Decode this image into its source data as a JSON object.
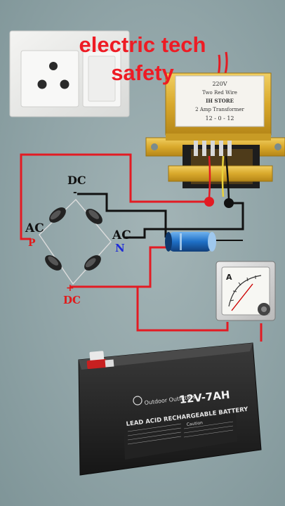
{
  "overlay": {
    "title_line1": "electric tech",
    "title_line2": "safety"
  },
  "transformer": {
    "label_lines": [
      "220V",
      "Two Red Wire",
      "IH STORE",
      "2 Amp Transformer",
      "12 - 0 - 12"
    ]
  },
  "bridge": {
    "dc_top": "DC",
    "dc_top_sign": "-",
    "ac_left": "AC",
    "ac_left_sub": "P",
    "ac_right": "AC",
    "ac_right_sub": "N",
    "dc_bottom": "DC",
    "dc_bottom_sign": "+"
  },
  "meter": {
    "symbol": "A"
  },
  "battery": {
    "brand": "Outdoor Outfitters",
    "rating": "12V-7AH",
    "type_line": "LEAD ACID RECHARGEABLE BATTERY",
    "caution_title": "Caution"
  },
  "colors": {
    "wire_red": "#e31b23",
    "wire_black": "#111111",
    "title_red": "#ee1b24",
    "ac_n_blue": "#1d2bd6",
    "ac_p_red": "#e01a1a",
    "capacitor_blue": "#1e6fc6",
    "transformer_yellow": "#e0b53a"
  },
  "icons": [
    "wall-socket-icon",
    "transformer-icon",
    "diode-icon",
    "capacitor-icon",
    "ammeter-icon",
    "battery-icon"
  ]
}
